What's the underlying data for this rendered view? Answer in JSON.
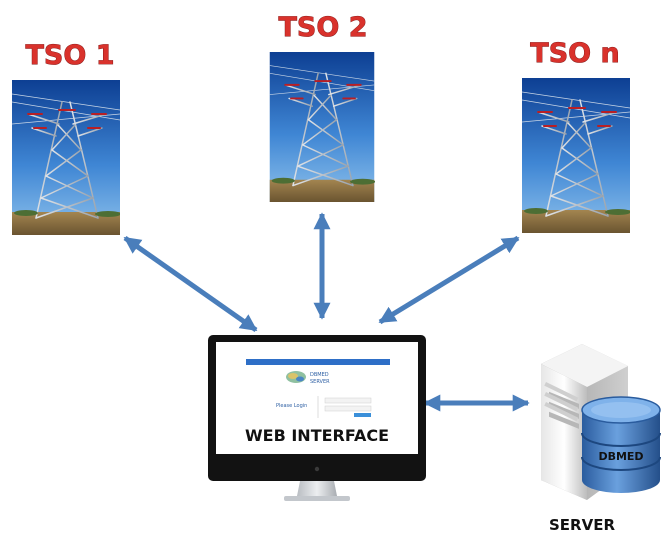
{
  "tsos": [
    {
      "label": "TSO 1"
    },
    {
      "label": "TSO 2"
    },
    {
      "label": "TSO n"
    }
  ],
  "monitor": {
    "label": "WEB INTERFACE",
    "screen": {
      "app_name_line1": "DBMED",
      "app_name_line2": "SERVER",
      "login_prompt": "Please Login"
    }
  },
  "server": {
    "label": "SERVER",
    "database_label": "DBMED"
  },
  "colors": {
    "arrow": "#4a7ebb",
    "tso_title": "#d9322c",
    "db_blue": "#3d73b5",
    "screen_bar": "#2e6fc7",
    "monitor_bezel": "#121212"
  }
}
